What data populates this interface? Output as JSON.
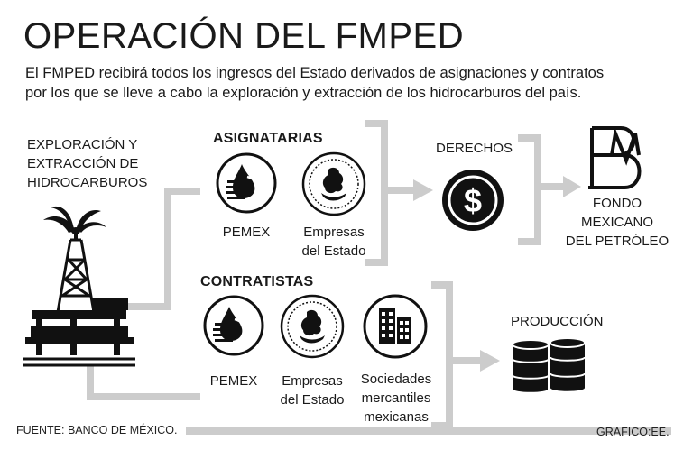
{
  "title": "OPERACIÓN DEL FMPED",
  "intro": {
    "line1": "El FMPED recibirá todos los ingresos del Estado derivados de asignaciones y contratos",
    "line2": "por los que se lleve a cabo la exploración y extracción de los hidrocarburos del país."
  },
  "source": {
    "line1": "EXPLORACIÓN Y",
    "line2": "EXTRACCIÓN DE",
    "line3": "HIDROCARBUROS"
  },
  "asignatarias": {
    "heading": "ASIGNATARIAS",
    "pemex": "PEMEX",
    "empresas_line1": "Empresas",
    "empresas_line2": "del Estado"
  },
  "contratistas": {
    "heading": "CONTRATISTAS",
    "pemex": "PEMEX",
    "empresas_line1": "Empresas",
    "empresas_line2": "del Estado",
    "sociedades_line1": "Sociedades",
    "sociedades_line2": "mercantiles",
    "sociedades_line3": "mexicanas"
  },
  "derechos": "DERECHOS",
  "produccion": "PRODUCCIÓN",
  "fondo": {
    "line1": "FONDO",
    "line2": "MEXICANO",
    "line3": "DEL PETRÓLEO"
  },
  "footer": {
    "left": "FUENTE: BANCO DE MÉXICO.",
    "right": "GRAFICO:EE."
  },
  "colors": {
    "text": "#1a1a1a",
    "connector": "#cccccc",
    "icon": "#111111"
  }
}
